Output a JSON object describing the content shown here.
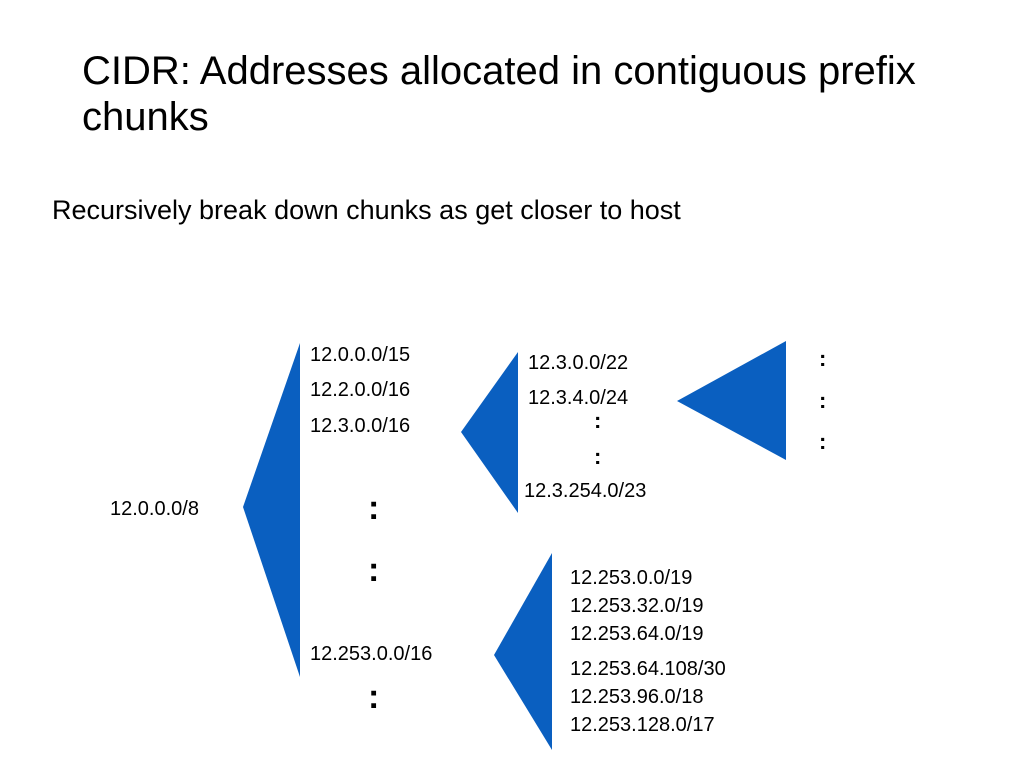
{
  "slide": {
    "title": "CIDR: Addresses allocated in contiguous prefix chunks",
    "subtitle": "Recursively break down chunks as get closer to host"
  },
  "diagram": {
    "root": "12.0.0.0/8",
    "level1": [
      "12.0.0.0/15",
      "12.2.0.0/16",
      "12.3.0.0/16",
      "12.253.0.0/16"
    ],
    "branch_12_3": [
      "12.3.0.0/22",
      "12.3.4.0/24",
      "12.3.254.0/23"
    ],
    "branch_12_253": [
      "12.253.0.0/19",
      "12.253.32.0/19",
      "12.253.64.0/19",
      "12.253.64.108/30",
      "12.253.96.0/18",
      "12.253.128.0/17"
    ],
    "ellipsis": ":",
    "fill_color": "#0a5fc0"
  }
}
